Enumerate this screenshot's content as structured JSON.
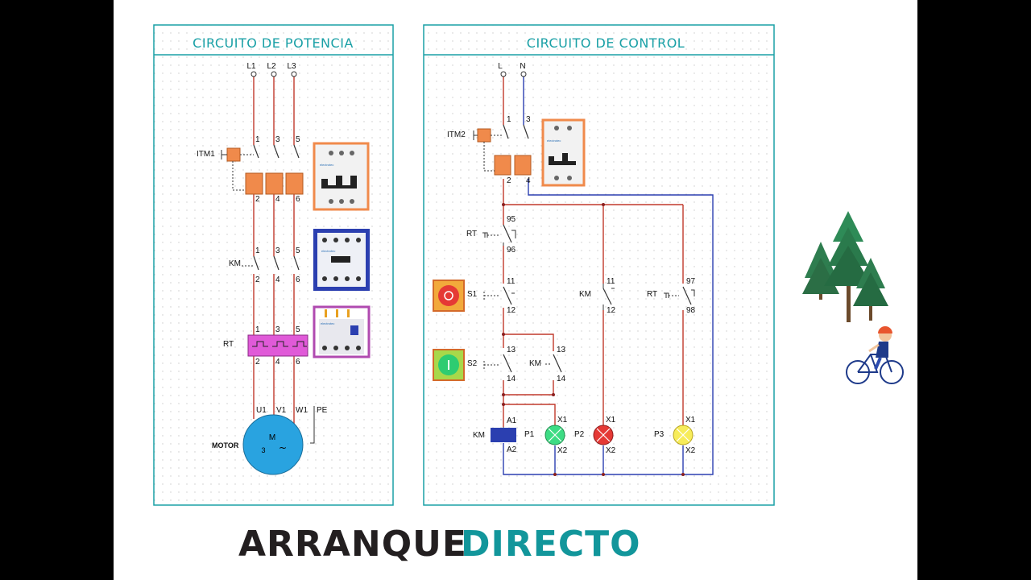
{
  "colors": {
    "panel_border": "#1aa0a6",
    "title_text": "#1aa0a6",
    "phase_wire": "#c0392b",
    "neutral_wire": "#2b3fb0",
    "breaker_orange": "#f08a4b",
    "overload_magenta": "#e05ad8",
    "motor_blue": "#29a3e0",
    "lamp_green": "#3ddc84",
    "lamp_red": "#e53935",
    "lamp_yellow": "#f7ec5a",
    "title_dark": "#231f20",
    "title_teal": "#12969b"
  },
  "power_panel": {
    "title": "CIRCUITO  DE  POTENCIA",
    "phases": [
      "L1",
      "L2",
      "L3"
    ],
    "itm_label": "ITM1",
    "km_label": "KM",
    "rt_label": "RT",
    "terminals_top": [
      "1",
      "3",
      "5"
    ],
    "terminals_bottom": [
      "2",
      "4",
      "6"
    ],
    "motor_terminals": [
      "U1",
      "V1",
      "W1"
    ],
    "pe_label": "PE",
    "motor_label": "MOTOR",
    "motor_symbol_m": "M",
    "motor_symbol_3": "3",
    "motor_symbol_ac": "~"
  },
  "control_panel": {
    "title": "CIRCUITO  DE  CONTROL",
    "supply": [
      "L",
      "N"
    ],
    "itm_label": "ITM2",
    "itm_terminals_top": [
      "1",
      "3"
    ],
    "itm_terminals_bottom": [
      "2",
      "4"
    ],
    "rt_label": "RT",
    "rt_nc": [
      "95",
      "96"
    ],
    "s1_label": "S1",
    "s1_terms": [
      "11",
      "12"
    ],
    "s2_label": "S2",
    "s2_terms": [
      "13",
      "14"
    ],
    "km_hold_label": "KM",
    "km_hold_terms": [
      "13",
      "14"
    ],
    "km_aux_label": "KM",
    "km_aux_terms": [
      "11",
      "12"
    ],
    "rt_aux_label": "RT",
    "rt_aux_terms": [
      "97",
      "98"
    ],
    "coil_label": "KM",
    "coil_terms": [
      "A1",
      "A2"
    ],
    "lamps": [
      {
        "label": "P1",
        "top": "X1",
        "bottom": "X2",
        "color": "green"
      },
      {
        "label": "P2",
        "top": "X1",
        "bottom": "X2",
        "color": "red"
      },
      {
        "label": "P3",
        "top": "X1",
        "bottom": "X2",
        "color": "yellow"
      }
    ]
  },
  "devices": {
    "brand_text": "electrotec"
  },
  "footer": {
    "word1": "ARRANQUE",
    "word2": "DIRECTO"
  }
}
